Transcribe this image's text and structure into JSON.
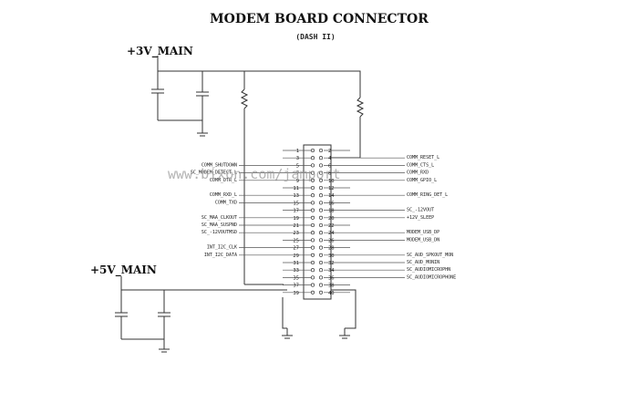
{
  "title": "MODEM BOARD CONNECTOR",
  "subtitle": "(DASH II)",
  "rails": {
    "v3": "+3V_MAIN",
    "v5": "+5V_MAIN"
  },
  "watermark": "www.bixon.com/jamport",
  "connector": {
    "rows": [
      {
        "odd": "1",
        "even": "2"
      },
      {
        "odd": "3",
        "even": "4"
      },
      {
        "odd": "5",
        "even": "6"
      },
      {
        "odd": "7",
        "even": "8"
      },
      {
        "odd": "9",
        "even": "10"
      },
      {
        "odd": "11",
        "even": "12"
      },
      {
        "odd": "13",
        "even": "14"
      },
      {
        "odd": "15",
        "even": "16"
      },
      {
        "odd": "17",
        "even": "18"
      },
      {
        "odd": "19",
        "even": "20"
      },
      {
        "odd": "21",
        "even": "22"
      },
      {
        "odd": "23",
        "even": "24"
      },
      {
        "odd": "25",
        "even": "26"
      },
      {
        "odd": "27",
        "even": "28"
      },
      {
        "odd": "29",
        "even": "30"
      },
      {
        "odd": "31",
        "even": "32"
      },
      {
        "odd": "33",
        "even": "34"
      },
      {
        "odd": "35",
        "even": "36"
      },
      {
        "odd": "37",
        "even": "38"
      },
      {
        "odd": "39",
        "even": "40"
      }
    ]
  },
  "left_signals": [
    {
      "row": 2,
      "text": "COMM_SHUTDOWN"
    },
    {
      "row": 3,
      "text": "SC_MODEM_DETECT_L"
    },
    {
      "row": 4,
      "text": "COMM_DTR_L"
    },
    {
      "row": 6,
      "text": "COMM_RXD_L"
    },
    {
      "row": 7,
      "text": "COMM_TXD"
    },
    {
      "row": 9,
      "text": "SC_MAA_CLKOUT"
    },
    {
      "row": 10,
      "text": "SC_MAA_SUSPND"
    },
    {
      "row": 11,
      "text": "SC_-12VOUTMSD"
    },
    {
      "row": 13,
      "text": "INT_I2C_CLK"
    },
    {
      "row": 14,
      "text": "INT_I2C_DATA"
    }
  ],
  "right_signals": [
    {
      "row": 1,
      "text": "COMM_RESET_L"
    },
    {
      "row": 2,
      "text": "COMM_CTS_L"
    },
    {
      "row": 3,
      "text": "COMM_RXD"
    },
    {
      "row": 4,
      "text": "COMM_GPIO_L"
    },
    {
      "row": 6,
      "text": "COMM_RING_DET_L"
    },
    {
      "row": 8,
      "text": "SC_-12VOUT"
    },
    {
      "row": 9,
      "text": "+12V_SLEEP"
    },
    {
      "row": 11,
      "text": "MODEM_USB_DP"
    },
    {
      "row": 12,
      "text": "MODEM_USB_DN"
    },
    {
      "row": 14,
      "text": "SC_AUD_SPKOUT_MON"
    },
    {
      "row": 15,
      "text": "SC_AUD_MONIN"
    },
    {
      "row": 16,
      "text": "SC_AUDIOMICROPHN"
    },
    {
      "row": 17,
      "text": "SC_AUDIOMICROPHONE"
    }
  ]
}
